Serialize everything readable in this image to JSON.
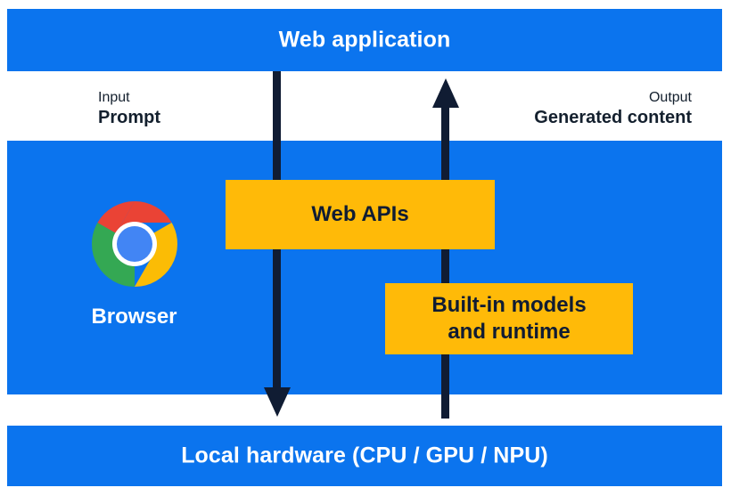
{
  "diagram": {
    "title": "Browser built-in AI architecture",
    "colors": {
      "band_blue": "#0B74EE",
      "box_amber": "#FFBA08",
      "arrow_navy": "#101C33",
      "label_navy": "#14202E",
      "white": "#FFFFFF"
    },
    "bands": [
      {
        "id": "web-application",
        "label": "Web application"
      },
      {
        "id": "browser",
        "label": "Browser"
      },
      {
        "id": "local-hardware",
        "label": "Local hardware (CPU / GPU / NPU)"
      }
    ],
    "io": {
      "input": {
        "kind": "Input",
        "value": "Prompt"
      },
      "output": {
        "kind": "Output",
        "value": "Generated content"
      }
    },
    "arrows": [
      {
        "id": "input-arrow",
        "direction": "down",
        "from": "Web application",
        "to": "Local hardware"
      },
      {
        "id": "output-arrow",
        "direction": "up",
        "from": "Local hardware",
        "to": "Web application"
      }
    ],
    "boxes": [
      {
        "id": "web-apis",
        "label": "Web APIs"
      },
      {
        "id": "builtin-models",
        "label": "Built-in models\nand runtime"
      }
    ],
    "icons": {
      "browser": "chrome-logo-icon"
    },
    "chrome_logo_colors": {
      "red": "#EA4335",
      "yellow": "#FBBC05",
      "green": "#34A853",
      "blue": "#4285F4",
      "ring": "#FFFFFF"
    }
  }
}
